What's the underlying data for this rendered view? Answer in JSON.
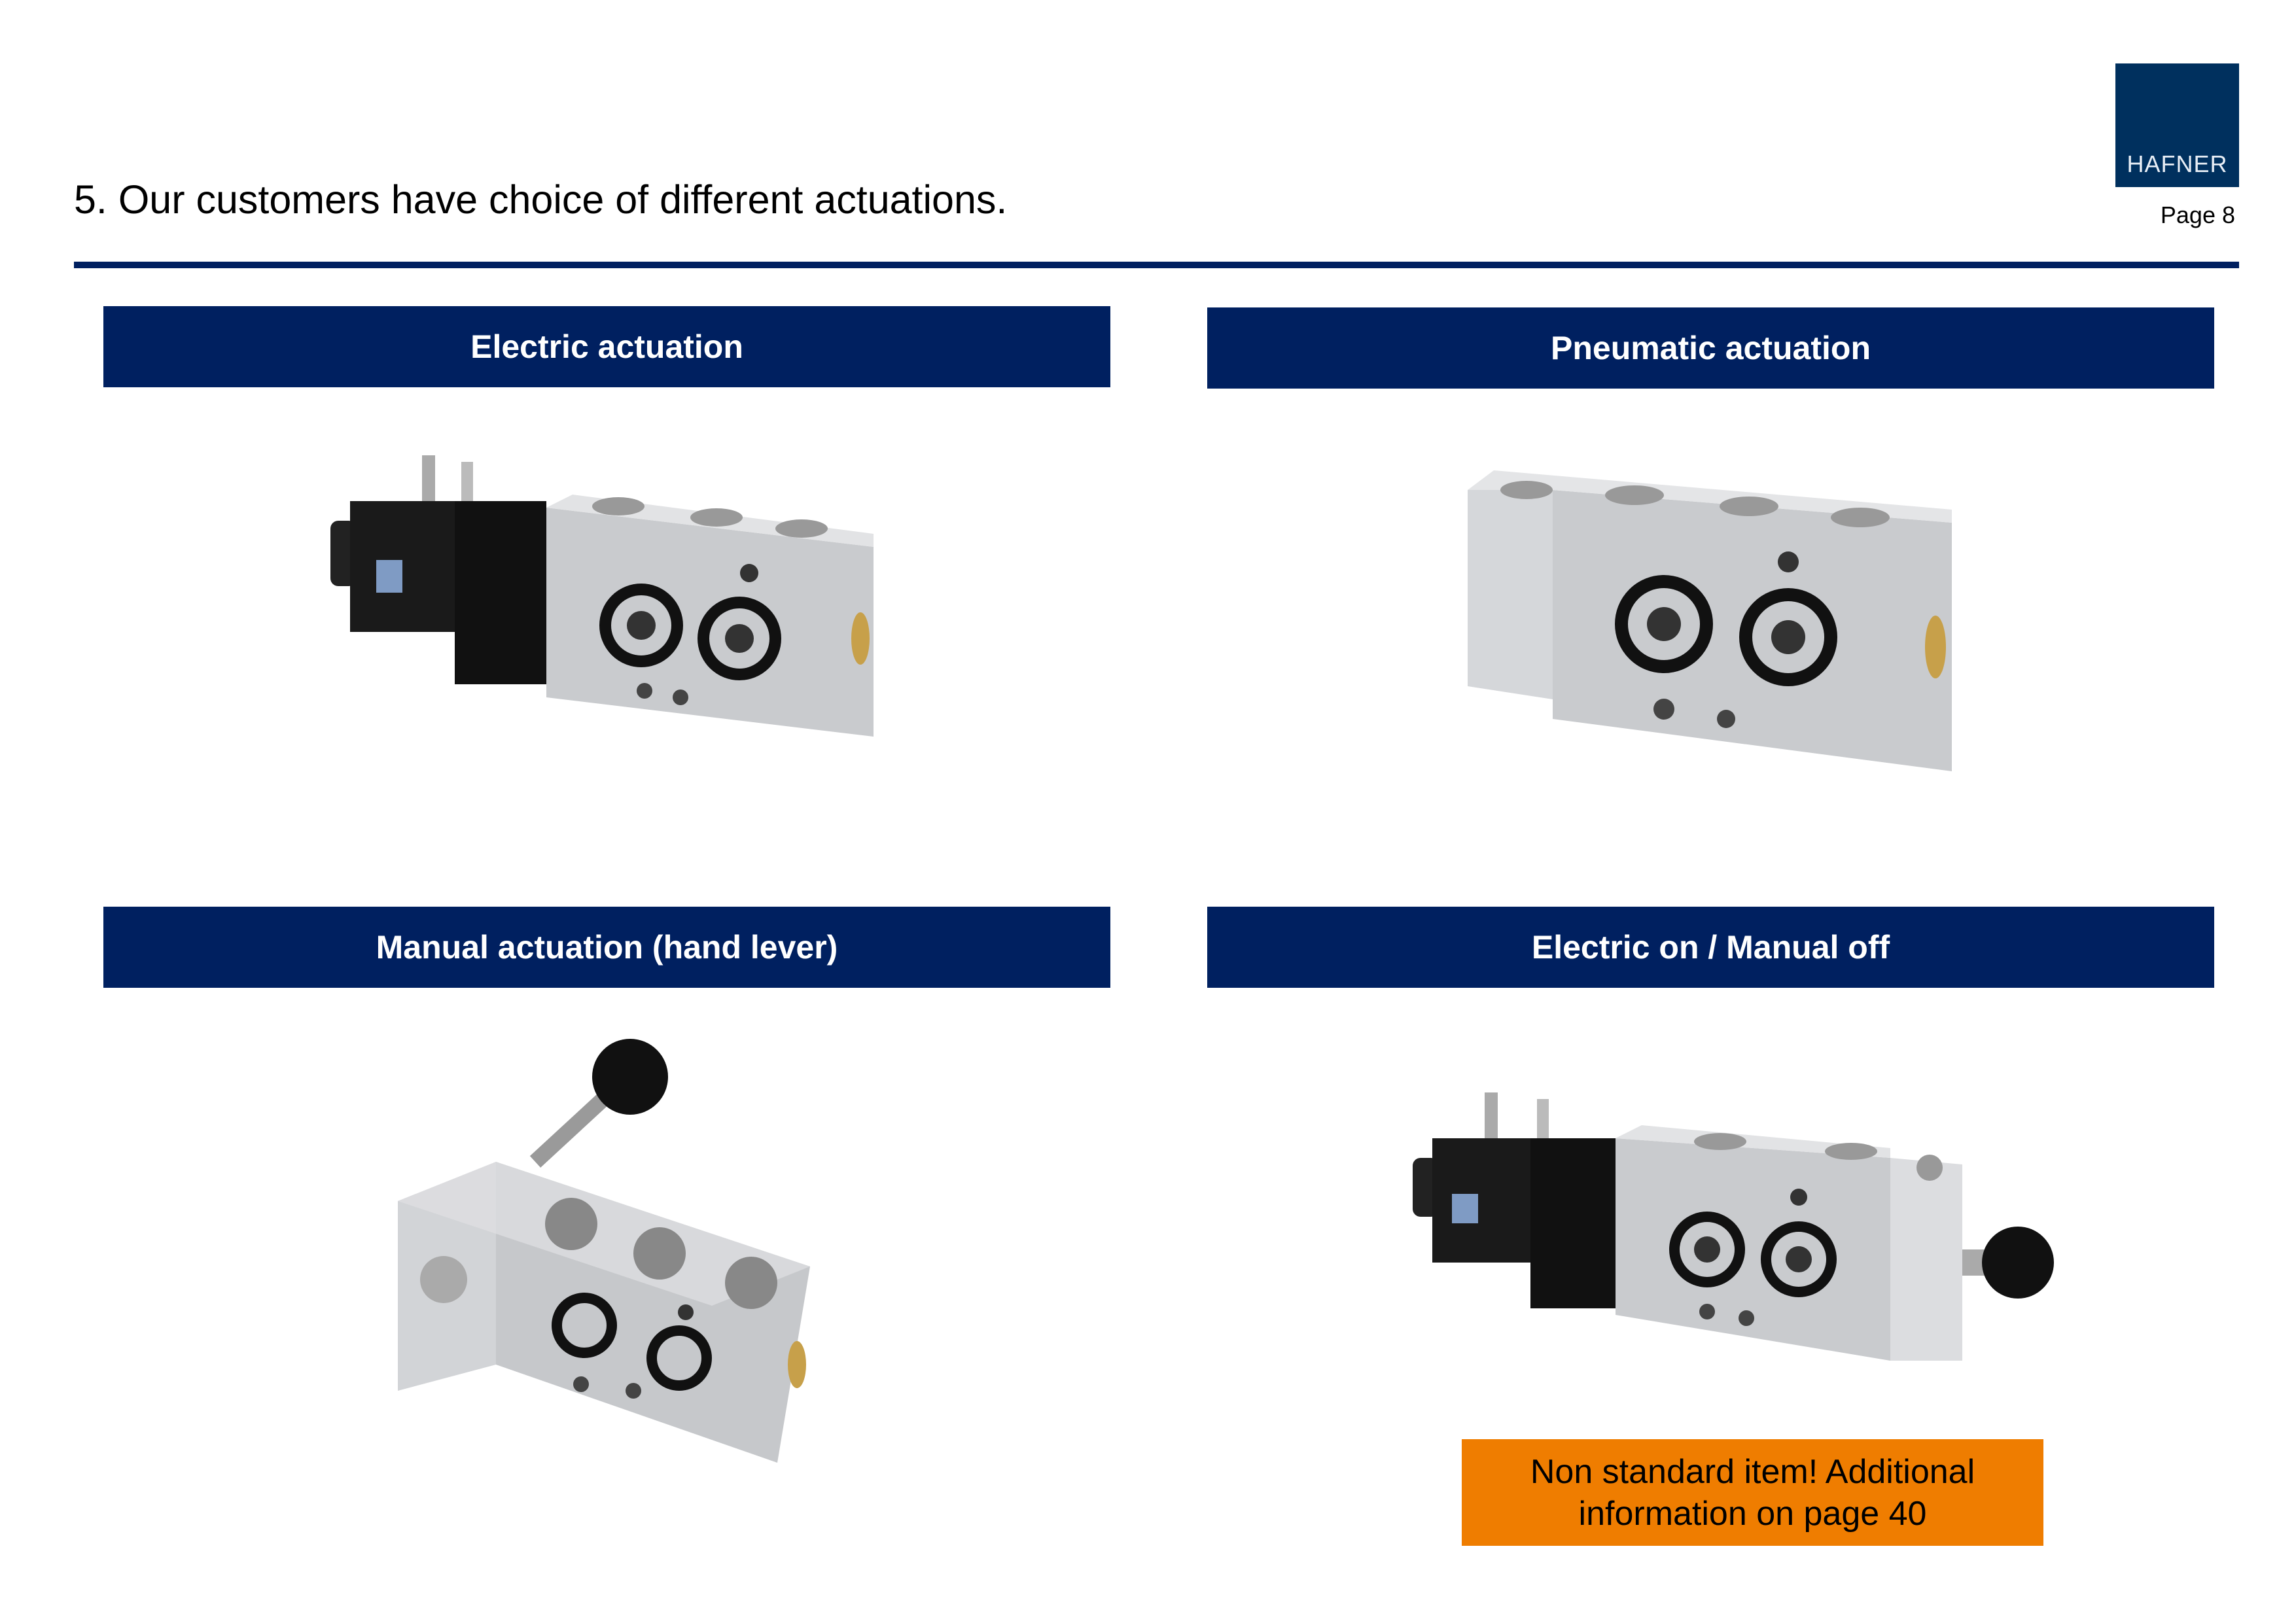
{
  "header": {
    "title": "5. Our customers have choice of different actuations.",
    "logo_text": "HAFNER",
    "page_label": "Page 8"
  },
  "sections": [
    {
      "label": "Electric actuation",
      "image": "solenoid-valve"
    },
    {
      "label": "Pneumatic actuation",
      "image": "pneumatic-valve"
    },
    {
      "label": "Manual actuation (hand lever)",
      "image": "hand-lever-valve"
    },
    {
      "label": "Electric on / Manual off",
      "image": "solenoid-manual-valve"
    }
  ],
  "note": {
    "text": "Non standard item! Additional information on page 40",
    "color": "#ef7d00"
  },
  "colors": {
    "brand": "#002060",
    "logo": "#00305e"
  }
}
